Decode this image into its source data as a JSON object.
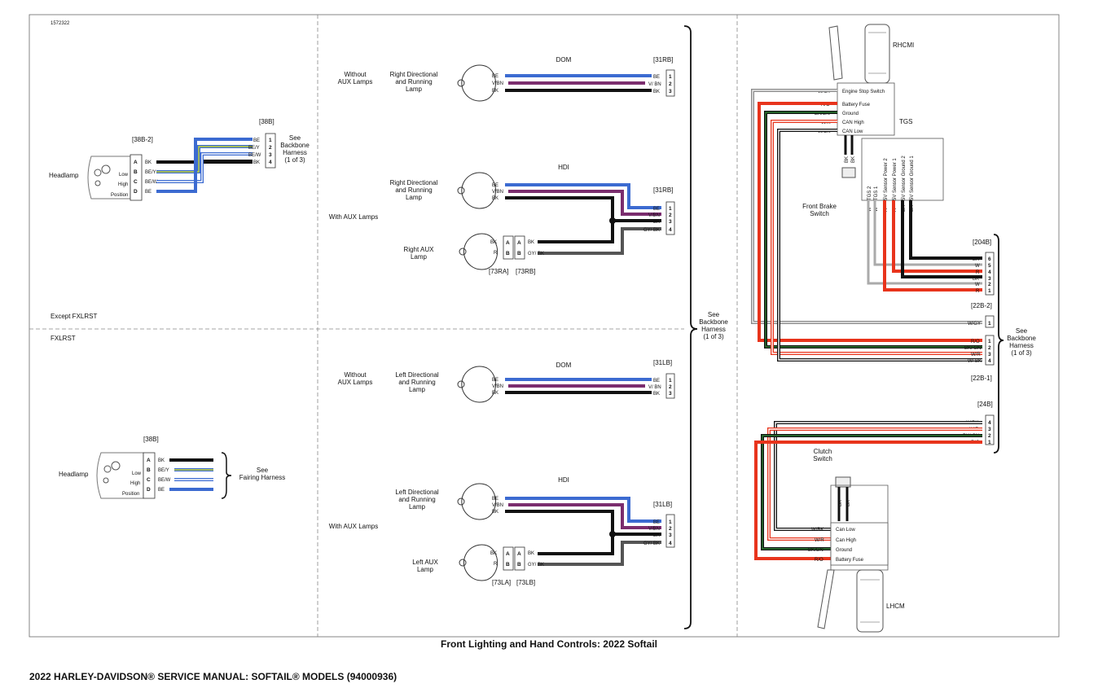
{
  "doc_id": "1572322",
  "caption": "Front Lighting and Hand Controls: 2022 Softail",
  "footer": "2022 HARLEY-DAVIDSON® SERVICE MANUAL: SOFTAIL® MODELS (94000936)",
  "colors": {
    "BK": "#111111",
    "BE": "#3c6bd1",
    "V": "#7b2d6e",
    "GN": "#2e7d32",
    "W": "#ffffff",
    "GY": "#8a8a8a",
    "R": "#e8341c",
    "O": "#f07c1a",
    "Y": "#c6d634"
  },
  "left": {
    "except_label": "Except FXLRST",
    "fxlrst_label": "FXLRST",
    "top": {
      "headlamp": "Headlamp",
      "conn_38b2": "[38B-2]",
      "conn_38b": "[38B]",
      "pin_letters": [
        "A",
        "B",
        "C",
        "D"
      ],
      "mode_labels": [
        "Low",
        "High",
        "Position"
      ],
      "left_wires": [
        "BK",
        "BE/Y",
        "BE/W",
        "BE"
      ],
      "right_wires": [
        "BE",
        "BE/Y",
        "BE/W",
        "BK"
      ],
      "right_pins": [
        "1",
        "2",
        "3",
        "4"
      ],
      "see": [
        "See",
        "Backbone",
        "Harness",
        "(1 of 3)"
      ]
    },
    "bottom": {
      "headlamp": "Headlamp",
      "conn": "[38B]",
      "pin_letters": [
        "A",
        "B",
        "C",
        "D"
      ],
      "mode_labels": [
        "Low",
        "High",
        "Position"
      ],
      "wires": [
        "BK",
        "BE/Y",
        "BE/W",
        "BE"
      ],
      "see": [
        "See",
        "Fairing Harness"
      ]
    }
  },
  "middle": {
    "without_aux": [
      "Without",
      "AUX Lamps"
    ],
    "with_aux": "With AUX Lamps",
    "right_lamp": [
      "Right Directional",
      "and Running",
      "Lamp"
    ],
    "left_lamp": [
      "Left Directional",
      "and Running",
      "Lamp"
    ],
    "right_aux": [
      "Right AUX",
      "Lamp"
    ],
    "left_aux": [
      "Left AUX",
      "Lamp"
    ],
    "dom": "DOM",
    "hdi": "HDI",
    "conn_31rb": "[31RB]",
    "conn_31lb": "[31LB]",
    "conn_73ra": "[73RA]",
    "conn_73rb": "[73RB]",
    "conn_73la": "[73LA]",
    "conn_73lb": "[73LB]",
    "lamp_wires": [
      "BE",
      "V/BN",
      "BK"
    ],
    "dom_end_wires": [
      "BE",
      "V/ BN",
      "BK"
    ],
    "hdi_end_wires": [
      "BE",
      "V/BN",
      "BK",
      "GY/ BK"
    ],
    "aux_ab": [
      "A",
      "B"
    ],
    "aux_left_wires": [
      "BK",
      "R"
    ],
    "aux_right_wires": [
      "BK",
      "GY/ BK"
    ],
    "pins3": [
      "1",
      "2",
      "3"
    ],
    "pins4": [
      "1",
      "2",
      "3",
      "4"
    ],
    "see": [
      "See",
      "Backbone",
      "Harness",
      "(1 of 3)"
    ]
  },
  "right": {
    "rhcm": "RHCMI",
    "tgs": "TGS",
    "lhcm": "LHCM",
    "front_brake": [
      "Front Brake",
      "Switch"
    ],
    "clutch": [
      "Clutch",
      "Switch"
    ],
    "rh_rows": [
      "Engine Stop Switch",
      "Battery Fuse",
      "Ground",
      "CAN High",
      "CAN Low"
    ],
    "rh_wires": [
      "W/GY",
      "R/O",
      "BK/GN",
      "W/R",
      "W/BK"
    ],
    "tgs_vert": [
      "TGS 2",
      "TGS 1",
      "5V Sensor Power 2",
      "5V Sensor Power 1",
      "5V Sensor Ground 2",
      "5V Sensor Ground 1"
    ],
    "tgs_vert_wires": [
      "W",
      "W",
      "R",
      "R",
      "BK",
      "BK"
    ],
    "bk_bk": [
      "BK",
      "BK"
    ],
    "conn_204b": "[204B]",
    "c204_wires": [
      "BK",
      "W",
      "R",
      "BK",
      "W",
      "R"
    ],
    "c204_pins": [
      "6",
      "5",
      "4",
      "3",
      "2",
      "1"
    ],
    "conn_22b2": "[22B-2]",
    "c22b2_wire": "W/GY",
    "c22b2_pin": "1",
    "conn_22b1": "[22B-1]",
    "c22b1_wires": [
      "R/O",
      "BK/ GN",
      "W/R",
      "W/ BK"
    ],
    "c22b1_pins": [
      "1",
      "2",
      "3",
      "4"
    ],
    "conn_24b": "[24B]",
    "c24b_wires": [
      "W/BK",
      "W/R",
      "BK/ GN",
      "R/O"
    ],
    "c24b_pins": [
      "4",
      "3",
      "2",
      "1"
    ],
    "lh_rows": [
      "Can Low",
      "Can High",
      "Ground",
      "Battery Fuse"
    ],
    "lh_wires": [
      "W/BK",
      "W/R",
      "BK/GN",
      "R/O"
    ],
    "see": [
      "See",
      "Backbone",
      "Harness",
      "(1 of 3)"
    ]
  }
}
